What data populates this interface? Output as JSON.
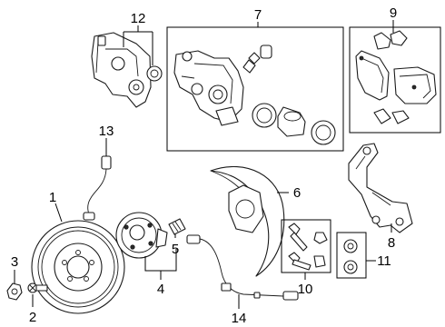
{
  "diagram": {
    "callouts": [
      {
        "number": "1",
        "part": "rotor"
      },
      {
        "number": "2",
        "part": "rotor-screw"
      },
      {
        "number": "3",
        "part": "hub-nut"
      },
      {
        "number": "4",
        "part": "hub-bearing-assembly"
      },
      {
        "number": "5",
        "part": "wheel-stud"
      },
      {
        "number": "6",
        "part": "splash-shield"
      },
      {
        "number": "7",
        "part": "caliper-kit"
      },
      {
        "number": "8",
        "part": "caliper-support"
      },
      {
        "number": "9",
        "part": "brake-pad-kit"
      },
      {
        "number": "10",
        "part": "shield-bolts"
      },
      {
        "number": "11",
        "part": "bushings"
      },
      {
        "number": "12",
        "part": "parking-brake-actuator"
      },
      {
        "number": "13",
        "part": "brake-hose"
      },
      {
        "number": "14",
        "part": "abs-sensor"
      }
    ]
  }
}
